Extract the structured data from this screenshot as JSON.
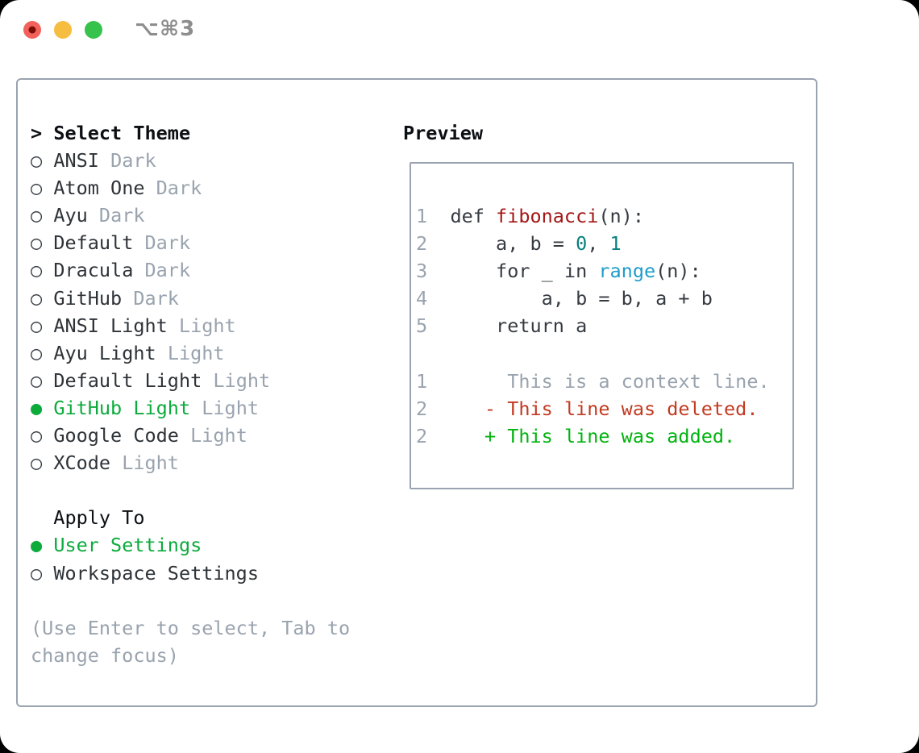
{
  "window": {
    "title_shortcut": "⌥⌘3"
  },
  "traffic_lights": [
    {
      "name": "close",
      "color": "#f2615b",
      "dot_color": "#7a0d06"
    },
    {
      "name": "minimize",
      "color": "#f6bd40"
    },
    {
      "name": "maximize",
      "color": "#37c24b"
    }
  ],
  "markers": {
    "focus": ">",
    "selected": "●",
    "unselected": "○"
  },
  "theme_panel": {
    "title": "Select Theme",
    "items": [
      {
        "name": "ANSI",
        "tag": "Dark",
        "selected": false
      },
      {
        "name": "Atom One",
        "tag": "Dark",
        "selected": false
      },
      {
        "name": "Ayu",
        "tag": "Dark",
        "selected": false
      },
      {
        "name": "Default",
        "tag": "Dark",
        "selected": false
      },
      {
        "name": "Dracula",
        "tag": "Dark",
        "selected": false
      },
      {
        "name": "GitHub",
        "tag": "Dark",
        "selected": false
      },
      {
        "name": "ANSI Light",
        "tag": "Light",
        "selected": false
      },
      {
        "name": "Ayu Light",
        "tag": "Light",
        "selected": false
      },
      {
        "name": "Default Light",
        "tag": "Light",
        "selected": false
      },
      {
        "name": "GitHub Light",
        "tag": "Light",
        "selected": true
      },
      {
        "name": "Google Code",
        "tag": "Light",
        "selected": false
      },
      {
        "name": "XCode",
        "tag": "Light",
        "selected": false
      }
    ],
    "apply_title": "Apply To",
    "apply_options": [
      {
        "name": "User Settings",
        "selected": true
      },
      {
        "name": "Workspace Settings",
        "selected": false
      }
    ],
    "help_lines": [
      "(Use Enter to select, Tab to",
      "change focus)"
    ]
  },
  "preview": {
    "title": "Preview",
    "lines": [
      {
        "segments": [
          {
            "text": "1",
            "style": "gutter"
          },
          {
            "text": "  def ",
            "style": "code"
          },
          {
            "text": "fibonacci",
            "style": "function"
          },
          {
            "text": "(n):",
            "style": "code"
          }
        ]
      },
      {
        "segments": [
          {
            "text": "2",
            "style": "gutter"
          },
          {
            "text": "      a, b = ",
            "style": "code"
          },
          {
            "text": "0",
            "style": "number"
          },
          {
            "text": ", ",
            "style": "code"
          },
          {
            "text": "1",
            "style": "number"
          }
        ]
      },
      {
        "segments": [
          {
            "text": "3",
            "style": "gutter"
          },
          {
            "text": "      for _ in ",
            "style": "code"
          },
          {
            "text": "range",
            "style": "builtin"
          },
          {
            "text": "(n):",
            "style": "code"
          }
        ]
      },
      {
        "segments": [
          {
            "text": "4",
            "style": "gutter"
          },
          {
            "text": "          a, b = b, a + b",
            "style": "code"
          }
        ]
      },
      {
        "segments": [
          {
            "text": "5",
            "style": "gutter"
          },
          {
            "text": "      return a",
            "style": "code"
          }
        ]
      },
      {
        "segments": []
      },
      {
        "segments": [
          {
            "text": "1",
            "style": "gutter"
          },
          {
            "text": "       ",
            "style": "code"
          },
          {
            "text": "This is a context line.",
            "style": "context"
          }
        ]
      },
      {
        "segments": [
          {
            "text": "2",
            "style": "gutter"
          },
          {
            "text": "     ",
            "style": "code"
          },
          {
            "text": "- This line was deleted.",
            "style": "deleted"
          }
        ]
      },
      {
        "segments": [
          {
            "text": "2",
            "style": "gutter"
          },
          {
            "text": "     ",
            "style": "code"
          },
          {
            "text": "+ This line was added.",
            "style": "added"
          }
        ]
      }
    ]
  },
  "colors": {
    "selected_green": "#0cab3c",
    "added_green": "#00b30e",
    "deleted_red": "#c23a21",
    "function_red": "#a41616",
    "number_teal": "#0a7f7f",
    "builtin_blue": "#1e9cca",
    "code_text": "#363b42",
    "item_text": "#2e3338",
    "heading_text": "#0c0f13",
    "muted_gray": "#99a3ae",
    "border_gray": "#9aa3b0",
    "titlebar_text": "#8d8d8d"
  }
}
